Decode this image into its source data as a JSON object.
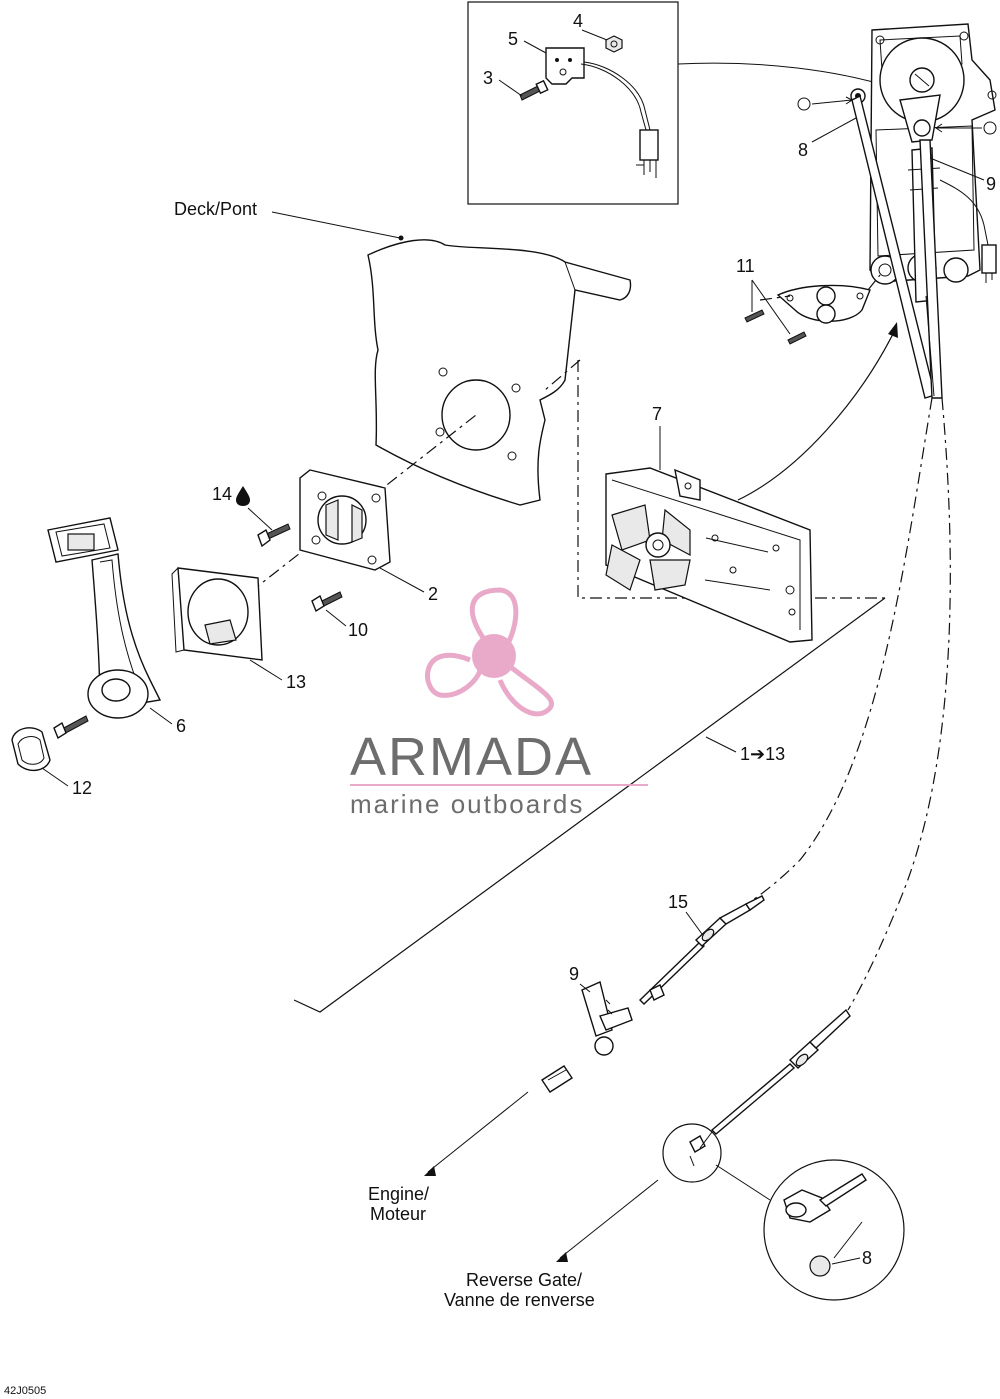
{
  "diagram": {
    "callouts": {
      "c4": "4",
      "c5": "5",
      "c3": "3",
      "c8a": "8",
      "c9a": "9",
      "c11": "11",
      "c7": "7",
      "c14": "14",
      "c2": "2",
      "c10": "10",
      "c13": "13",
      "c6": "6",
      "c12": "12",
      "c1to13": "1➔13",
      "c15": "15",
      "c9b": "9",
      "c8b": "8"
    },
    "labels": {
      "deck_pont": "Deck/Pont",
      "engine_line1": "Engine/",
      "engine_line2": "Moteur",
      "reverse_line1": "Reverse Gate/",
      "reverse_line2": "Vanne de renverse"
    },
    "watermark": {
      "brand": "ARMADA",
      "tagline": "marine outboards",
      "color": "#e8a6c8"
    },
    "figure_code": "42J0505"
  }
}
